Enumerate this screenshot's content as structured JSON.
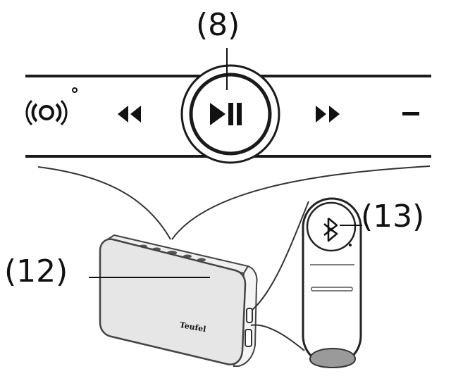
{
  "callouts": {
    "play_pause": "(8)",
    "speaker_body": "(12)",
    "bluetooth_side": "(13)"
  },
  "controls": [
    {
      "name": "sound-mode-icon",
      "glyph": "((O))"
    },
    {
      "name": "rewind-icon",
      "glyph": "◀◀"
    },
    {
      "name": "play-pause-icon",
      "glyph": "▶II"
    },
    {
      "name": "fast-forward-icon",
      "glyph": "▶▶"
    },
    {
      "name": "volume-minus-icon",
      "glyph": "–"
    }
  ],
  "brand_logo": "Teufel",
  "colors": {
    "line": "#1a1a1a",
    "speaker_fill": "#e6e6e6",
    "speaker_edge": "#444444"
  }
}
